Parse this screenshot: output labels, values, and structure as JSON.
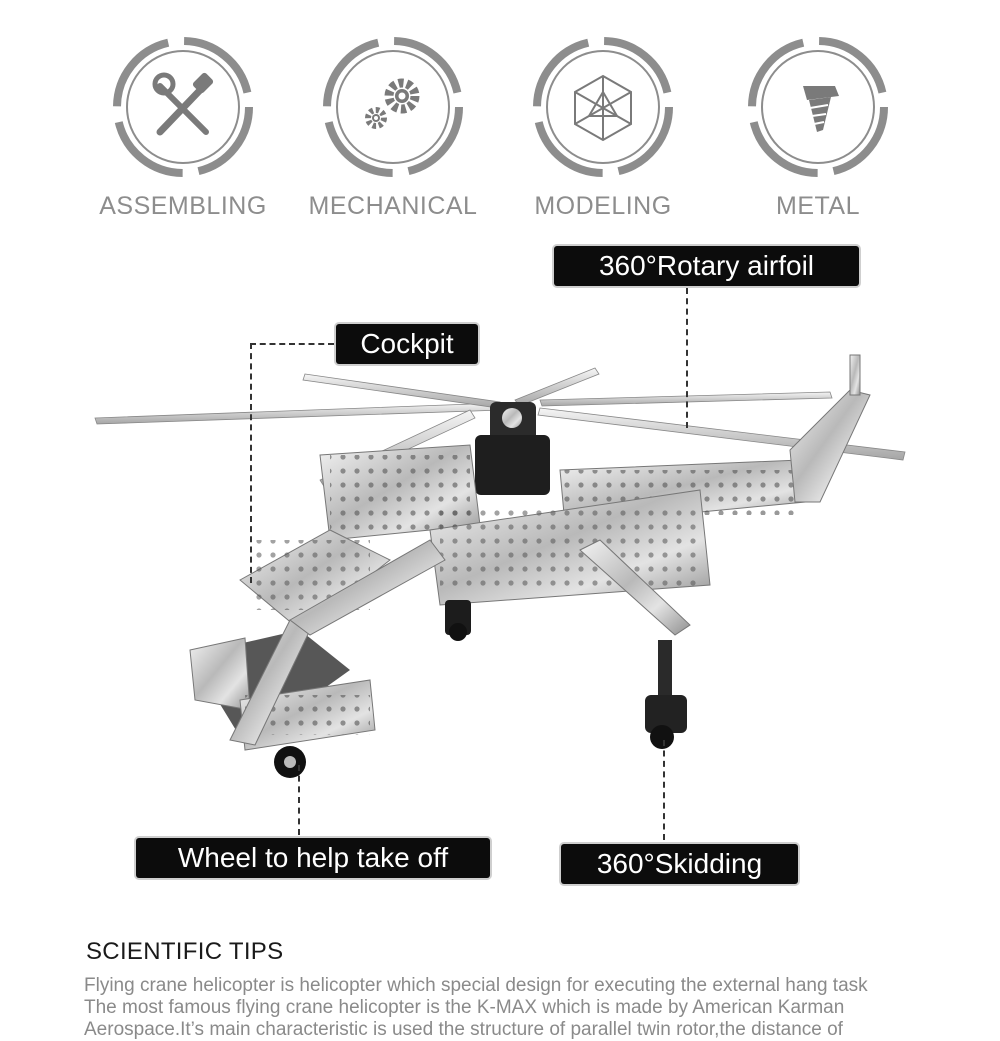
{
  "features": [
    {
      "label": "ASSEMBLING",
      "icon": "wrench-screwdriver-icon"
    },
    {
      "label": "MECHANICAL",
      "icon": "gears-icon"
    },
    {
      "label": "MODELING",
      "icon": "polyhedron-icon"
    },
    {
      "label": "METAL",
      "icon": "screw-icon"
    }
  ],
  "callouts": {
    "rotary": "360°Rotary airfoil",
    "cockpit": "Cockpit",
    "wheel": "Wheel to help take off",
    "skidding": "360°Skidding"
  },
  "tips": {
    "title": "SCIENTIFIC TIPS",
    "lines": [
      "Flying crane helicopter is helicopter which special design for executing the external hang task",
      "The most famous flying crane helicopter is the K-MAX which is made by American Karman",
      "Aerospace.It’s main characteristic is used the structure of parallel twin rotor,the distance of"
    ]
  },
  "colors": {
    "icon_gray": "#8d8d8d",
    "callout_bg": "#0c0c0c",
    "callout_text": "#ffffff",
    "tips_text": "#8a8a8a"
  }
}
